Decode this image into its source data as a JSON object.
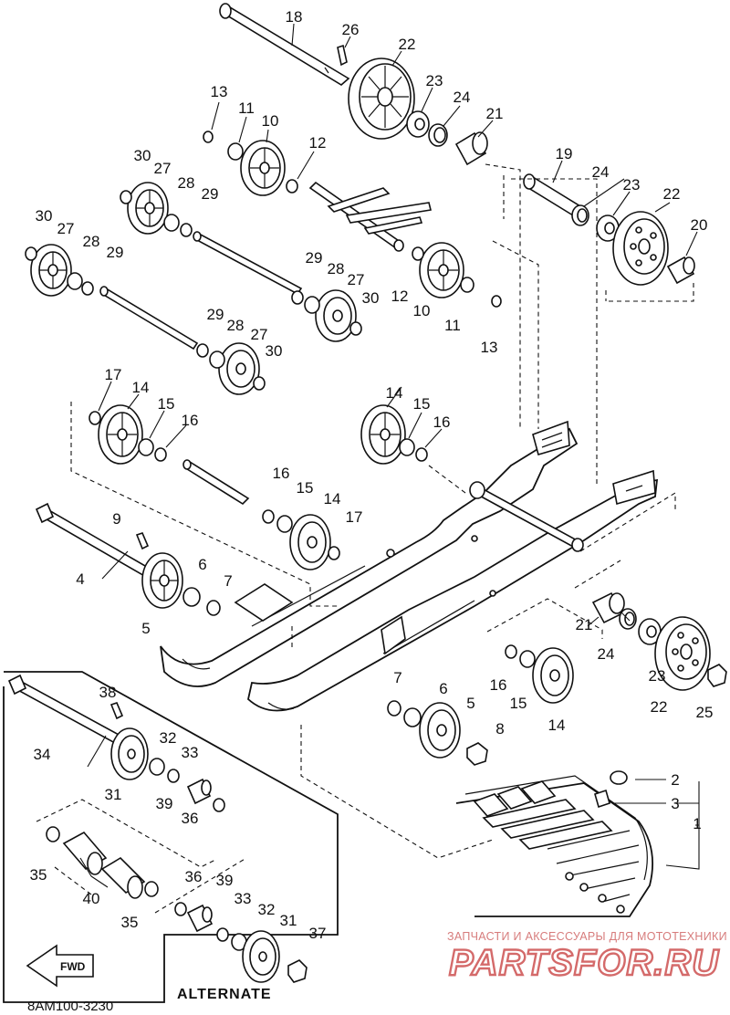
{
  "diagram": {
    "drawing_code": "8AM100-3230",
    "alternate_label": "ALTERNATE",
    "fwd_label": "FWD",
    "watermark": {
      "caption": "ЗАПЧАСТИ И АКСЕССУАРЫ ДЛЯ МОТОТЕХНИКИ",
      "logo": "PARTSFOR.RU"
    },
    "callouts": [
      "1",
      "2",
      "3",
      "4",
      "5",
      "6",
      "7",
      "8",
      "9",
      "10",
      "11",
      "12",
      "13",
      "14",
      "15",
      "16",
      "17",
      "18",
      "19",
      "20",
      "21",
      "22",
      "23",
      "24",
      "25",
      "26",
      "27",
      "28",
      "29",
      "30",
      "31",
      "32",
      "33",
      "34",
      "35",
      "36",
      "37",
      "38",
      "39",
      "40"
    ]
  }
}
